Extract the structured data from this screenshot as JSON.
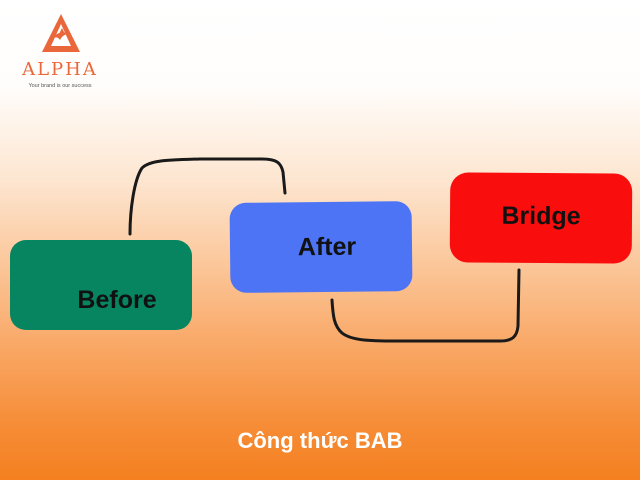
{
  "logo": {
    "icon": "alpha-logo-icon",
    "name": "ALPHA",
    "tagline": "Your brand is our success",
    "color": "#e9673a"
  },
  "diagram": {
    "boxes": [
      {
        "id": "before",
        "label": "Before",
        "color": "#078561"
      },
      {
        "id": "after",
        "label": "After",
        "color": "#4d74f5"
      },
      {
        "id": "bridge",
        "label": "Bridge",
        "color": "#f90d0d"
      }
    ],
    "connectors": [
      {
        "from": "before",
        "to": "after",
        "side": "top"
      },
      {
        "from": "after",
        "to": "bridge",
        "side": "bottom"
      }
    ],
    "line_color": "#1a1a1a"
  },
  "caption": "Công thức BAB"
}
